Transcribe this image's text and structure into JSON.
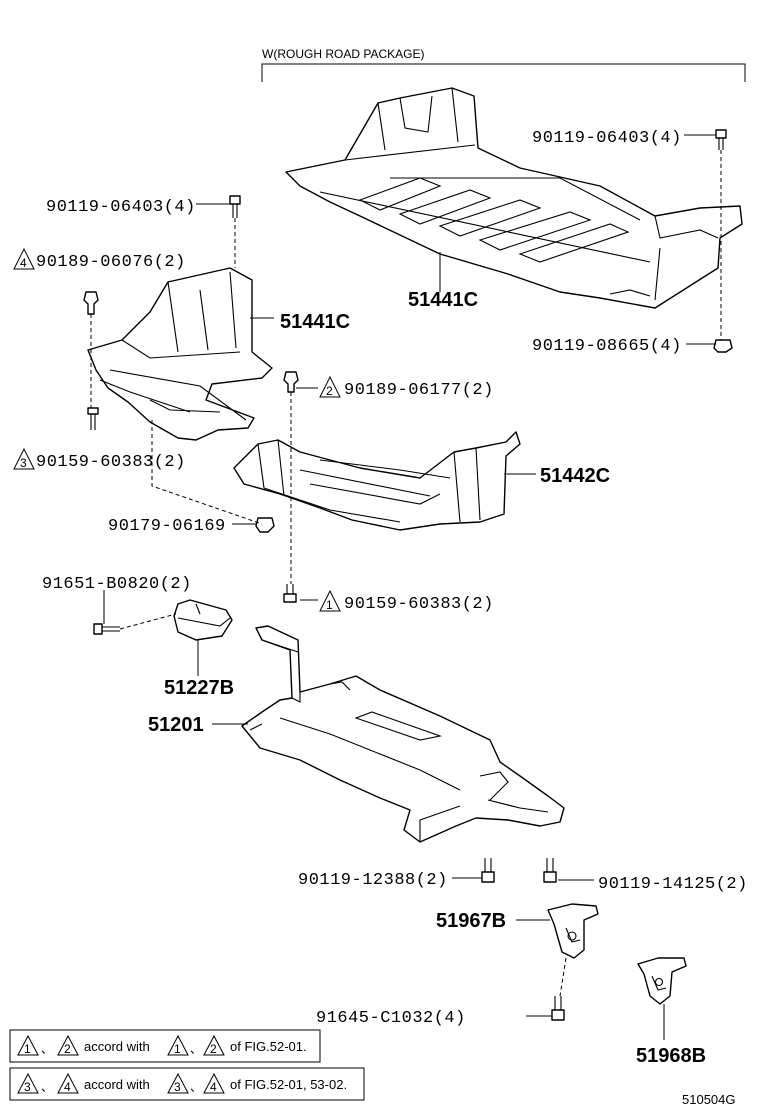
{
  "header": {
    "package_label": "W(ROUGH ROAD PACKAGE)"
  },
  "parts": {
    "p51441c_upper": "51441C",
    "p51441c_lower": "51441C",
    "p51442c": "51442C",
    "p51227b": "51227B",
    "p51201": "51201",
    "p51967b": "51967B",
    "p51968b": "51968B"
  },
  "fasteners": {
    "f_90119_06403_r": "90119-06403(4)",
    "f_90119_06403_l": "90119-06403(4)",
    "f_90189_06076": "90189-06076(2)",
    "f_90119_08665": "90119-08665(4)",
    "f_90189_06177": "90189-06177(2)",
    "f_90159_60383_a": "90159-60383(2)",
    "f_90179_06169": "90179-06169",
    "f_91651_b0820": "91651-B0820(2)",
    "f_90159_60383_b": "90159-60383(2)",
    "f_90119_12388": "90119-12388(2)",
    "f_90119_14125": "90119-14125(2)",
    "f_91645_c1032": "91645-C1032(4)"
  },
  "markers": {
    "m1": "1",
    "m2": "2",
    "m3": "3",
    "m4": "4"
  },
  "notes": {
    "note1": {
      "a": "1",
      "b": "2",
      "sep": "、",
      "accord": "accord with",
      "c": "1",
      "d": "2",
      "of": "of FIG.52-01."
    },
    "note2": {
      "a": "3",
      "b": "4",
      "sep": "、",
      "accord": "accord with",
      "c": "3",
      "d": "4",
      "of": "of FIG.52-01, 53-02."
    }
  },
  "footer": {
    "figure_code": "510504G"
  }
}
